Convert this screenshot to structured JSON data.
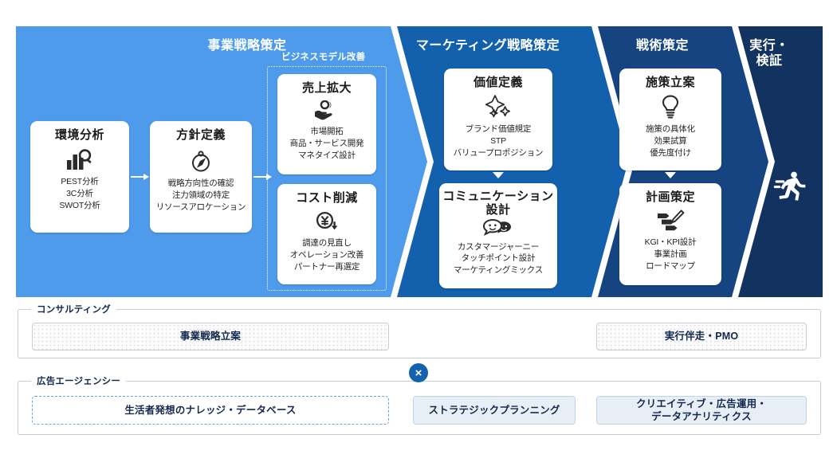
{
  "colors": {
    "light_blue": "#4D9BEA",
    "mid_blue": "#1360AD",
    "dark_blue": "#154481",
    "darkest_blue": "#12325F",
    "accent": "#1461ad",
    "text_navy": "#13284d"
  },
  "phases": [
    {
      "label": "事業戦略策定",
      "color": "#4D9BEA"
    },
    {
      "label": "マーケティング戦略策定",
      "color": "#1360AD"
    },
    {
      "label": "戦術策定",
      "color": "#154481"
    },
    {
      "label": "実行・\n検証",
      "label_line1": "実行・",
      "label_line2": "検証",
      "color": "#12325F"
    }
  ],
  "business_model_group": {
    "caption": "ビジネスモデル改善"
  },
  "cards": {
    "env_analysis": {
      "title": "環境分析",
      "icon": "bar-chart-magnifier-icon",
      "desc": [
        "PEST分析",
        "3C分析",
        "SWOT分析"
      ]
    },
    "policy_definition": {
      "title": "方針定義",
      "icon": "compass-icon",
      "desc": [
        "戦略方向性の確認",
        "注力領域の特定",
        "リソースアロケーション"
      ]
    },
    "sales_expansion": {
      "title": "売上拡大",
      "icon": "hand-coin-icon",
      "desc": [
        "市場開拓",
        "商品・サービス開発",
        "マネタイズ設計"
      ]
    },
    "cost_reduction": {
      "title": "コスト削減",
      "icon": "yen-down-icon",
      "desc": [
        "調達の見直し",
        "オペレーション改善",
        "パートナー再選定"
      ]
    },
    "value_definition": {
      "title": "価値定義",
      "icon": "sparkle-icon",
      "desc": [
        "ブランド価値規定",
        "STP",
        "バリュープロポジション"
      ]
    },
    "communication_design": {
      "title_line1": "コミュニケーション",
      "title_line2": "設計",
      "icon": "speech-bubbles-icon",
      "desc": [
        "カスタマージャーニー",
        "タッチポイント設計",
        "マーケティングミックス"
      ]
    },
    "measure_planning": {
      "title": "施策立案",
      "icon": "lightbulb-icon",
      "desc": [
        "施策の具体化",
        "効果試算",
        "優先度付け"
      ]
    },
    "plan_formulation": {
      "title": "計画策定",
      "icon": "gantt-pen-icon",
      "desc": [
        "KGI・KPI設計",
        "事業計画",
        "ロードマップ"
      ]
    }
  },
  "execution_icon": "running-person-icon",
  "rows": [
    {
      "legend": "コンサルティング",
      "chips": [
        {
          "label": "事業戦略立案",
          "style": "dotted"
        },
        {
          "label": "実行伴走・PMO",
          "style": "dotted"
        }
      ]
    },
    {
      "legend": "広告エージェンシー",
      "chips": [
        {
          "label": "生活者発想のナレッジ・データベース",
          "style": "dashed"
        },
        {
          "label": "ストラテジックプランニング",
          "style": "fill"
        },
        {
          "label_line1": "クリエイティブ・広告運用・",
          "label_line2": "データアナリティクス",
          "style": "fill"
        }
      ]
    }
  ],
  "cross_badge": {
    "symbol": "×"
  }
}
